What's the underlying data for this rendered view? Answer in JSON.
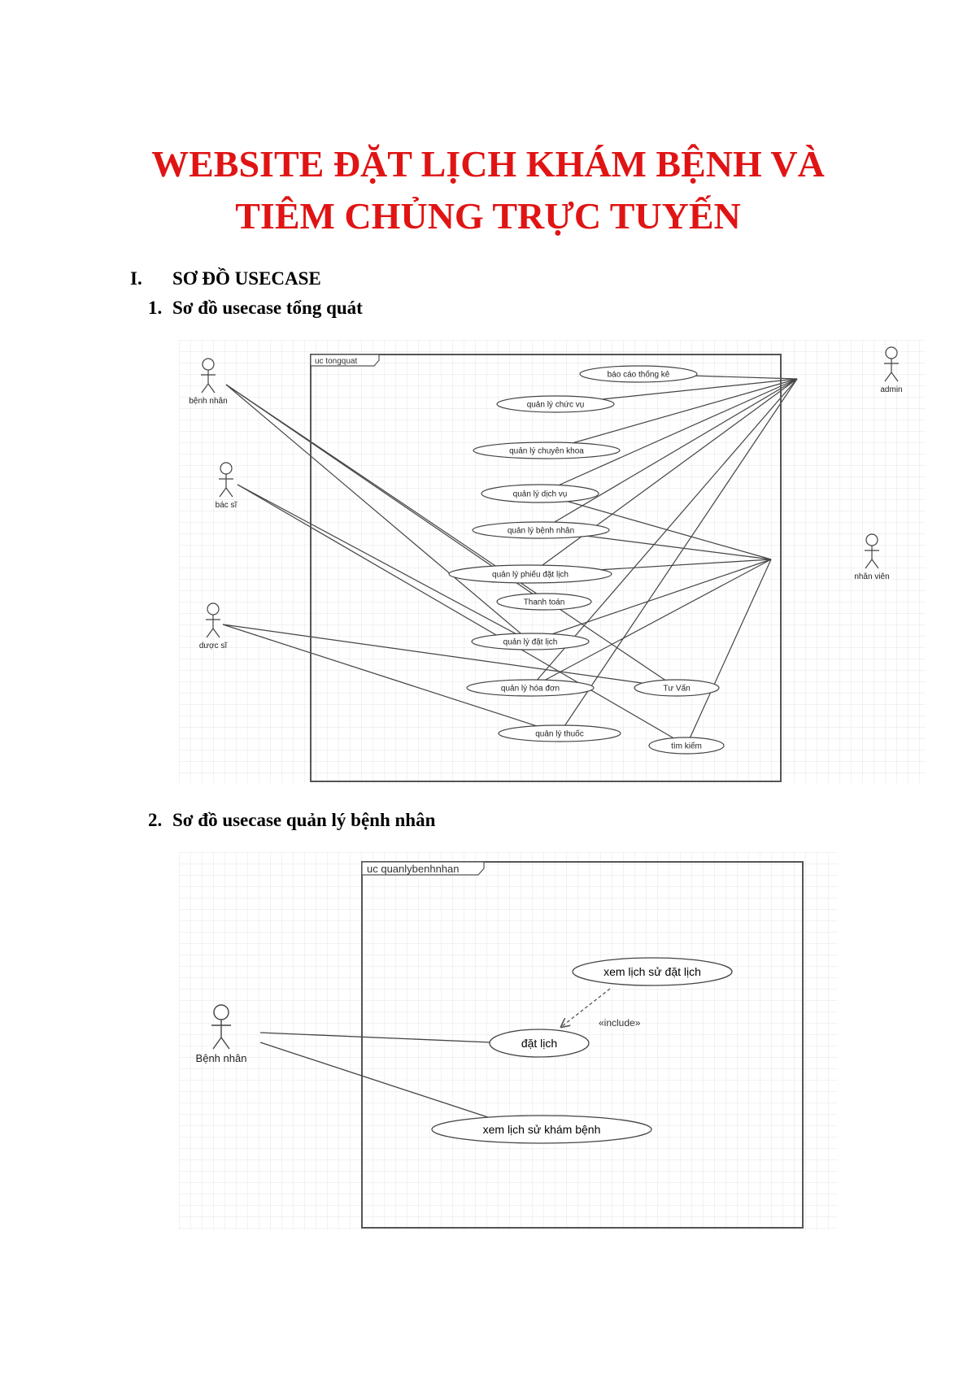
{
  "document": {
    "title_line1": "WEBSITE ĐẶT LỊCH KHÁM BỆNH VÀ",
    "title_line2": "TIÊM CHỦNG TRỰC TUYẾN",
    "section": {
      "number": "I.",
      "label": "SƠ ĐỒ USECASE"
    },
    "subsections": [
      {
        "number": "1.",
        "label": "Sơ đồ usecase tổng quát"
      },
      {
        "number": "2.",
        "label": "Sơ đồ usecase quản lý bệnh nhân"
      }
    ]
  },
  "diagram1": {
    "frame_label": "uc tongquat",
    "actors": [
      {
        "id": "benh-nhan",
        "label": "bệnh nhân"
      },
      {
        "id": "bac-si",
        "label": "bác sĩ"
      },
      {
        "id": "duoc-si",
        "label": "dược sĩ"
      },
      {
        "id": "admin",
        "label": "admin"
      },
      {
        "id": "nhan-vien",
        "label": "nhân viên"
      }
    ],
    "usecases": [
      {
        "id": "bao-cao",
        "label": "báo cáo thống kê"
      },
      {
        "id": "chuc-vu",
        "label": "quản lý chức vụ"
      },
      {
        "id": "chuyen-khoa",
        "label": "quản lý chuyên khoa"
      },
      {
        "id": "dich-vu",
        "label": "quản lý dịch vụ"
      },
      {
        "id": "benh-nhan-uc",
        "label": "quản lý bệnh nhân"
      },
      {
        "id": "phieu-dat-lich",
        "label": "quản lý phiếu đặt lịch"
      },
      {
        "id": "thanh-toan",
        "label": "Thanh toán"
      },
      {
        "id": "dat-lich",
        "label": "quản lý đặt lịch"
      },
      {
        "id": "tu-van",
        "label": "Tư Vấn"
      },
      {
        "id": "hoa-don",
        "label": "quản lý hóa đơn"
      },
      {
        "id": "thuoc",
        "label": "quản lý thuốc"
      },
      {
        "id": "tim-kiem",
        "label": "tìm kiếm"
      }
    ]
  },
  "diagram2": {
    "frame_label": "uc quanlybenhnhan",
    "actor": {
      "label": "Bệnh nhân"
    },
    "usecases": [
      {
        "id": "xem-lich-su-dat-lich",
        "label": "xem lịch sử đặt lịch"
      },
      {
        "id": "dat-lich",
        "label": "đặt lịch"
      },
      {
        "id": "xem-lich-su-kham-benh",
        "label": "xem lịch sử khám bệnh"
      }
    ],
    "include_label": "«include»"
  },
  "colors": {
    "title": "#e01414",
    "grid": "#e6e6e6",
    "line": "#444444"
  }
}
